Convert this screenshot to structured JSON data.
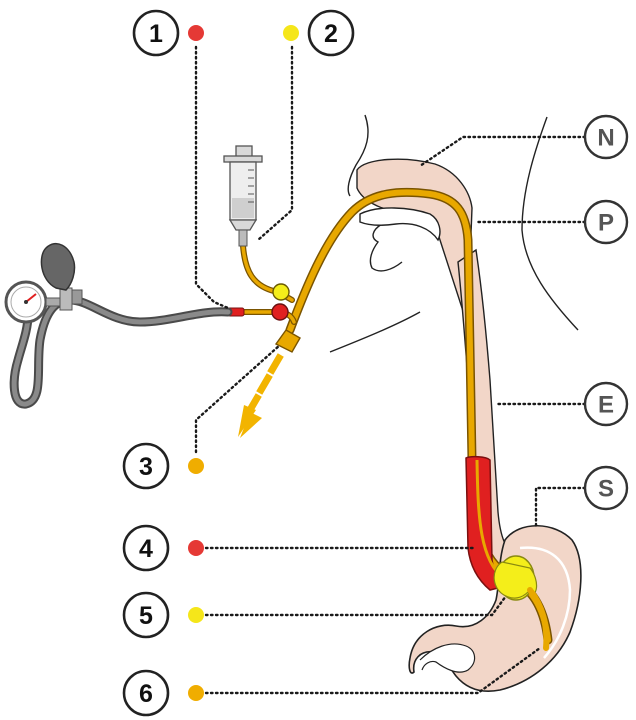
{
  "numbered_markers": [
    {
      "id": "1",
      "label": "1",
      "color": "#e53935"
    },
    {
      "id": "2",
      "label": "2",
      "color": "#f5e61a"
    },
    {
      "id": "3",
      "label": "3",
      "color": "#f0ad00"
    },
    {
      "id": "4",
      "label": "4",
      "color": "#e53935"
    },
    {
      "id": "5",
      "label": "5",
      "color": "#f5e61a"
    },
    {
      "id": "6",
      "label": "6",
      "color": "#f0ad00"
    }
  ],
  "letter_markers": [
    {
      "id": "N",
      "label": "N"
    },
    {
      "id": "P",
      "label": "P"
    },
    {
      "id": "E",
      "label": "E"
    },
    {
      "id": "S",
      "label": "S"
    }
  ],
  "colors": {
    "tube": "#e8a800",
    "tube_outline": "#7a5400",
    "balloon_red": "#e02020",
    "balloon_yellow": "#f4ee1a",
    "tissue": "#f2d6c8",
    "manometer_grey": "#6a6a6a",
    "arrow": "#f2b400"
  }
}
